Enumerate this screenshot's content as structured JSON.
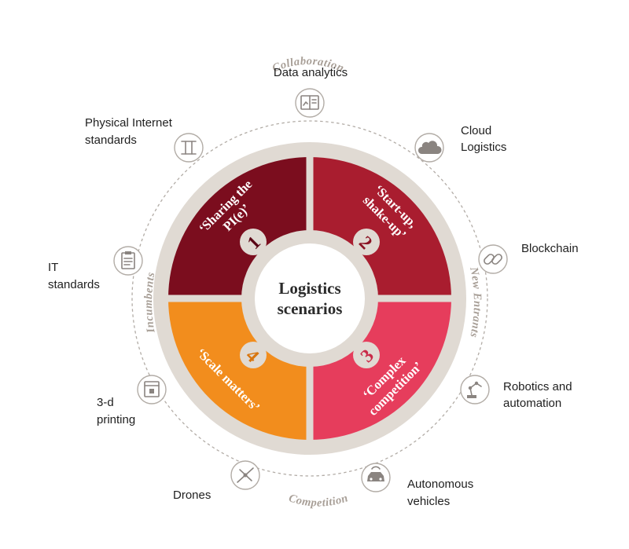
{
  "center": {
    "line1": "Logistics",
    "line2": "scenarios"
  },
  "axes": {
    "top": "Collaboration",
    "bottom": "Competition",
    "left": "Incumbents",
    "right": "New Entrants"
  },
  "quadrants": [
    {
      "number": "1",
      "line1": "‘Sharing the",
      "line2": "PI(e)’",
      "color": "#7b0d1e",
      "numColor": "#5b0716"
    },
    {
      "number": "2",
      "line1": "‘Start-up,",
      "line2": "shake-up’",
      "color": "#a91d2f",
      "numColor": "#8a1424"
    },
    {
      "number": "3",
      "line1": "‘Complex",
      "line2": "competition’",
      "color": "#e63d5c",
      "numColor": "#c92a48"
    },
    {
      "number": "4",
      "line1": "‘Scale matters’",
      "line2": "",
      "color": "#f28d1d",
      "numColor": "#d8760f"
    }
  ],
  "technologies": [
    {
      "icon": "data-analytics-icon",
      "line1": "Data analytics",
      "line2": ""
    },
    {
      "icon": "cloud-icon",
      "line1": "Cloud",
      "line2": "Logistics"
    },
    {
      "icon": "blockchain-icon",
      "line1": "Blockchain",
      "line2": ""
    },
    {
      "icon": "robotic-arm-icon",
      "line1": "Robotics and",
      "line2": "automation"
    },
    {
      "icon": "car-icon",
      "line1": "Autonomous",
      "line2": "vehicles"
    },
    {
      "icon": "drone-icon",
      "line1": "Drones",
      "line2": ""
    },
    {
      "icon": "3d-printer-icon",
      "line1": "3-d",
      "line2": "printing"
    },
    {
      "icon": "clipboard-icon",
      "line1": "IT",
      "line2": "standards"
    },
    {
      "icon": "pi-symbol-icon",
      "line1": "Physical Internet",
      "line2": "standards"
    }
  ],
  "colors": {
    "ring": "#e0dad3",
    "outerRing": "#b2aca6",
    "hub": "#ffffff"
  }
}
